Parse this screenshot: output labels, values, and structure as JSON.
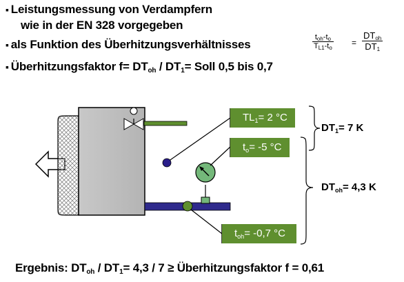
{
  "bullets": [
    {
      "prefix": "Leistungsmessung von Verdampfern"
    },
    {
      "prefix": "wie in der EN 328 vorgegeben"
    },
    {
      "prefix": "als Funktion des Überhitzungsverhältnisses"
    },
    {
      "prefix": "Überhitzungsfaktor f= DT",
      "sub1": "oh",
      "mid": " / DT",
      "sub2": "1",
      "suffix": "= Soll 0,5 bis 0,7"
    }
  ],
  "formula": {
    "left_num_a": "t",
    "left_num_a_sub": "oh",
    "left_num_b": "-t",
    "left_num_b_sub": "o",
    "left_den_a": "T",
    "left_den_a_sub": "L1",
    "left_den_b": "-t",
    "left_den_b_sub": "o",
    "equals": "=",
    "right_num": "DT",
    "right_num_sub": "oh",
    "right_den": "DT",
    "right_den_sub": "1"
  },
  "tags": {
    "tl1": {
      "pre": "TL",
      "sub": "1",
      "post": "= 2 °C"
    },
    "to": {
      "pre": "t",
      "sub": "o",
      "post": "= -5 °C"
    },
    "toh": {
      "pre": "t",
      "sub": "oh",
      "post": "= -0,7 °C"
    }
  },
  "labels": {
    "dt1": {
      "pre": "DT",
      "sub": "1",
      "post": "= 7 K"
    },
    "dtoh": {
      "pre": "DT",
      "sub": "oh",
      "post": "= 4,3 K"
    }
  },
  "result": {
    "a": "Ergebnis: DT",
    "a_sub": "oh",
    "b": " / DT",
    "b_sub": "1",
    "c": "= 4,3 / 7  ≥ Überhitzungsfaktor f = 0,61"
  },
  "colors": {
    "tag_bg": "#5f8f2f",
    "pipe": "#2f2a8c",
    "dot": "#2a1e8a",
    "gauge": "#74b87a"
  }
}
